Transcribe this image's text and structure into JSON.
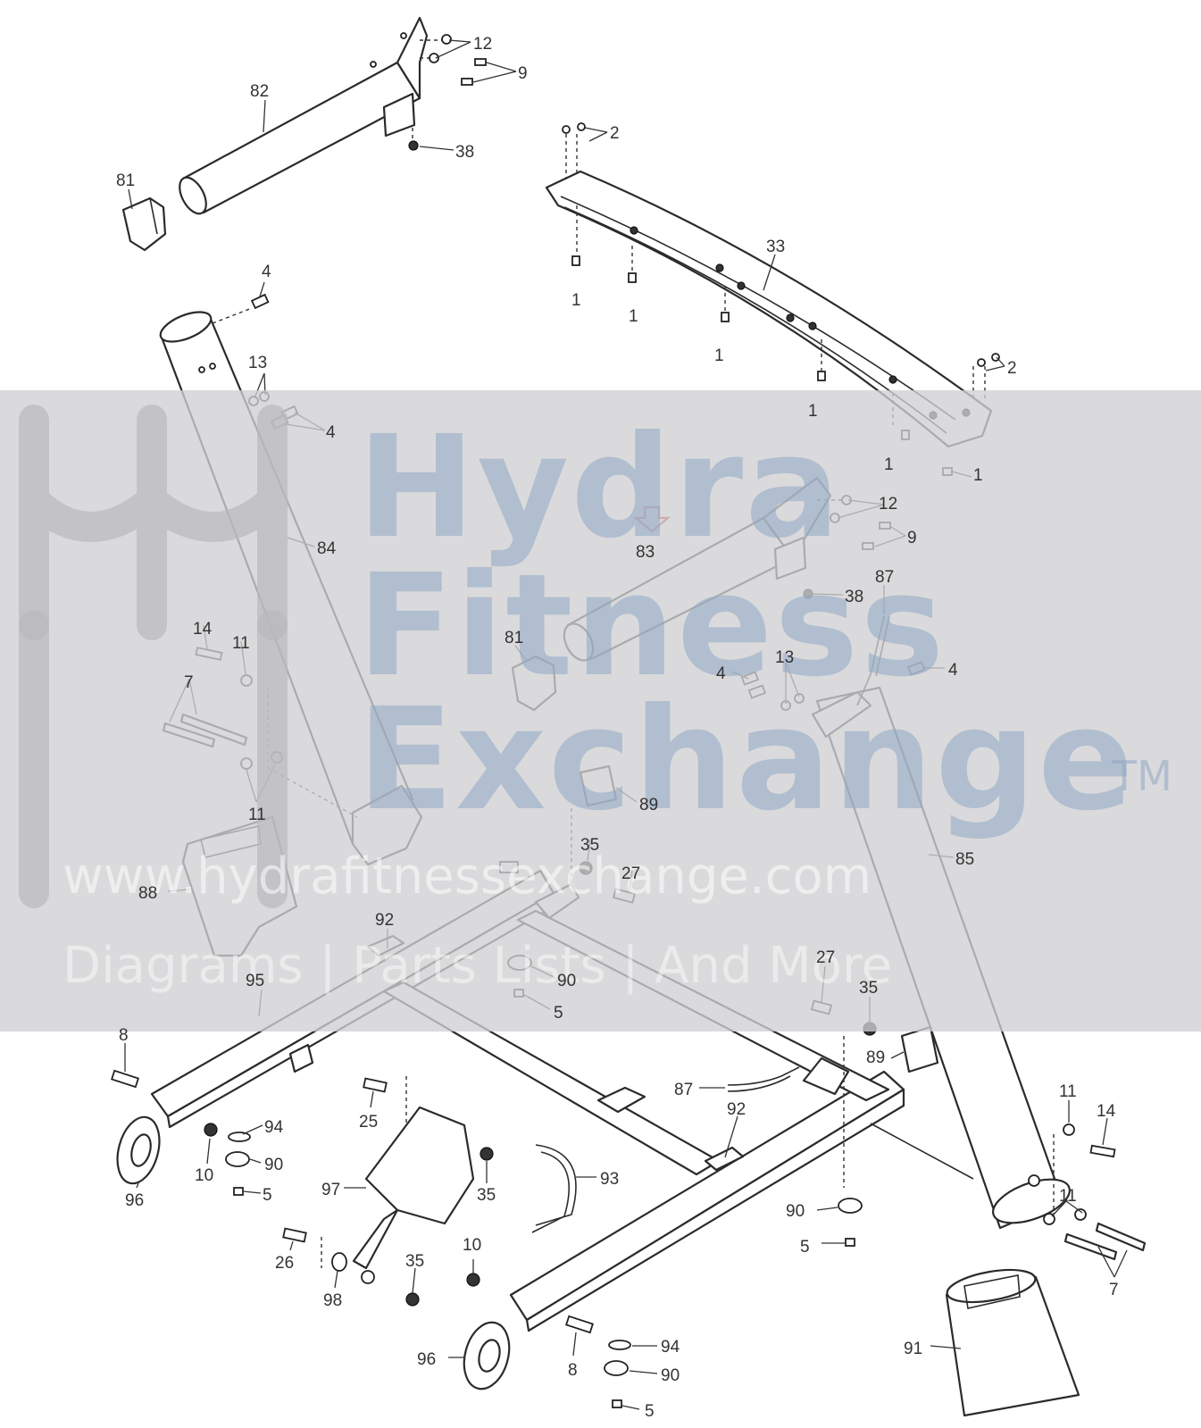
{
  "diagram": {
    "callouts": [
      {
        "id": "c12a",
        "text": "12"
      },
      {
        "id": "c9a",
        "text": "9"
      },
      {
        "id": "c82",
        "text": "82"
      },
      {
        "id": "c38a",
        "text": "38"
      },
      {
        "id": "c81a",
        "text": "81"
      },
      {
        "id": "c2a",
        "text": "2"
      },
      {
        "id": "c33",
        "text": "33"
      },
      {
        "id": "c1a",
        "text": "1"
      },
      {
        "id": "c1b",
        "text": "1"
      },
      {
        "id": "c1c",
        "text": "1"
      },
      {
        "id": "c1d",
        "text": "1"
      },
      {
        "id": "c1e",
        "text": "1"
      },
      {
        "id": "c1f",
        "text": "1"
      },
      {
        "id": "c2b",
        "text": "2"
      },
      {
        "id": "c4a",
        "text": "4"
      },
      {
        "id": "c13a",
        "text": "13"
      },
      {
        "id": "c4b",
        "text": "4"
      },
      {
        "id": "c84",
        "text": "84"
      },
      {
        "id": "c12b",
        "text": "12"
      },
      {
        "id": "c9b",
        "text": "9"
      },
      {
        "id": "c83",
        "text": "83"
      },
      {
        "id": "c38b",
        "text": "38"
      },
      {
        "id": "c87a",
        "text": "87"
      },
      {
        "id": "c81b",
        "text": "81"
      },
      {
        "id": "c4c",
        "text": "4"
      },
      {
        "id": "c13b",
        "text": "13"
      },
      {
        "id": "c4d",
        "text": "4"
      },
      {
        "id": "c14a",
        "text": "14"
      },
      {
        "id": "c11a",
        "text": "11"
      },
      {
        "id": "c7a",
        "text": "7"
      },
      {
        "id": "c11b",
        "text": "11"
      },
      {
        "id": "c89a",
        "text": "89"
      },
      {
        "id": "c35a",
        "text": "35"
      },
      {
        "id": "c27a",
        "text": "27"
      },
      {
        "id": "c85",
        "text": "85"
      },
      {
        "id": "c88",
        "text": "88"
      },
      {
        "id": "c92a",
        "text": "92"
      },
      {
        "id": "c90a",
        "text": "90"
      },
      {
        "id": "c5a",
        "text": "5"
      },
      {
        "id": "c27b",
        "text": "27"
      },
      {
        "id": "c35b",
        "text": "35"
      },
      {
        "id": "c95",
        "text": "95"
      },
      {
        "id": "c89b",
        "text": "89"
      },
      {
        "id": "c8a",
        "text": "8"
      },
      {
        "id": "c87b",
        "text": "87"
      },
      {
        "id": "c92b",
        "text": "92"
      },
      {
        "id": "c11c",
        "text": "11"
      },
      {
        "id": "c14b",
        "text": "14"
      },
      {
        "id": "c25",
        "text": "25"
      },
      {
        "id": "c94a",
        "text": "94"
      },
      {
        "id": "c90b",
        "text": "90"
      },
      {
        "id": "c10a",
        "text": "10"
      },
      {
        "id": "c5b",
        "text": "5"
      },
      {
        "id": "c96a",
        "text": "96"
      },
      {
        "id": "c97",
        "text": "97"
      },
      {
        "id": "c35c",
        "text": "35"
      },
      {
        "id": "c93",
        "text": "93"
      },
      {
        "id": "c11d",
        "text": "11"
      },
      {
        "id": "c90c",
        "text": "90"
      },
      {
        "id": "c5c",
        "text": "5"
      },
      {
        "id": "c7b",
        "text": "7"
      },
      {
        "id": "c26",
        "text": "26"
      },
      {
        "id": "c98",
        "text": "98"
      },
      {
        "id": "c35d",
        "text": "35"
      },
      {
        "id": "c10b",
        "text": "10"
      },
      {
        "id": "c94b",
        "text": "94"
      },
      {
        "id": "c96b",
        "text": "96"
      },
      {
        "id": "c8b",
        "text": "8"
      },
      {
        "id": "c90d",
        "text": "90"
      },
      {
        "id": "c5d",
        "text": "5"
      },
      {
        "id": "c91",
        "text": "91"
      }
    ],
    "highlighted_part": "83",
    "highlight_color": "#c0392b"
  },
  "watermark": {
    "line1": "Hydra",
    "line2": "Fitness",
    "line3": "Exchange",
    "trademark": "TM",
    "url": "www.hydrafitnessexchange.com",
    "tagline": "Diagrams | Parts Lists | And More",
    "color": "#8fa8c4"
  }
}
